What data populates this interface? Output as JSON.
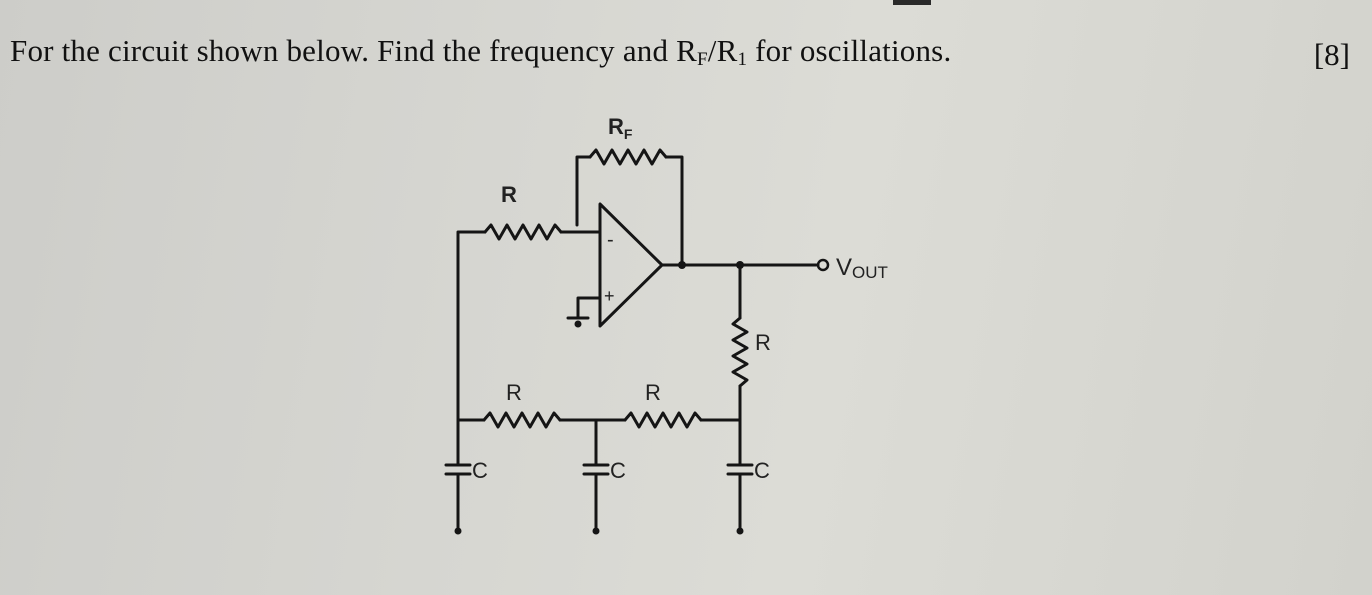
{
  "question": {
    "text_before": "For the circuit shown below. Find the frequency and R",
    "sub_f": "F",
    "text_mid": "/R",
    "sub_1": "1",
    "text_after": " for oscillations.",
    "marks": "[8]"
  },
  "circuit": {
    "rf_label": "R",
    "rf_sub": "F",
    "r_input_label": "R",
    "r_shunt_label": "R",
    "r_bottom_left_label": "R",
    "r_bottom_right_label": "R",
    "c_left_label": "C",
    "c_mid_label": "C",
    "c_right_label": "C",
    "opamp_minus": "-",
    "opamp_plus": "+",
    "vout_label": "V",
    "vout_sub": "OUT"
  }
}
